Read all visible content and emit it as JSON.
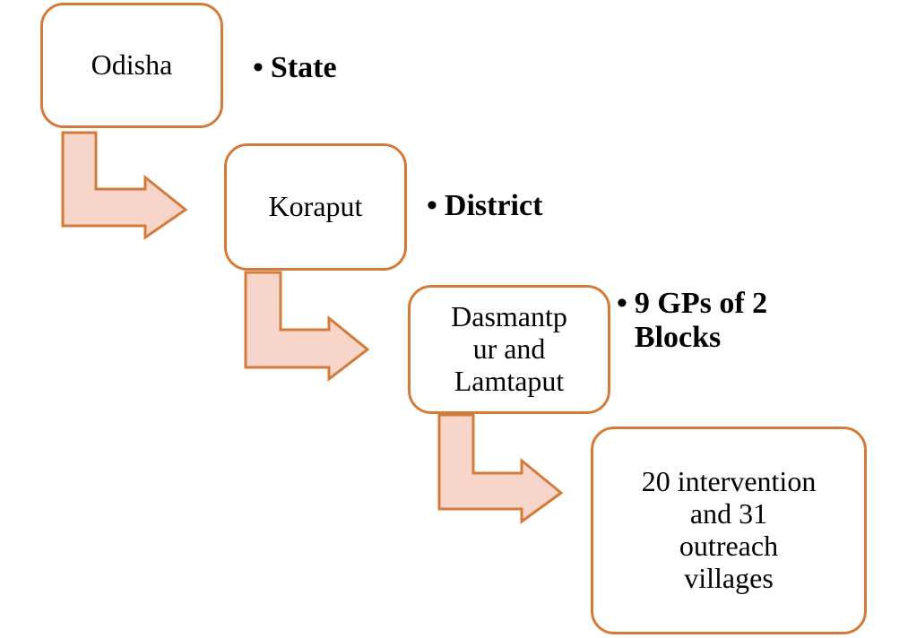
{
  "colors": {
    "box_border": "#d47b3a",
    "arrow_fill": "#f7d5cb",
    "arrow_stroke": "#d47b3a"
  },
  "levels": [
    {
      "box_lines": [
        "Odisha"
      ],
      "label_lines": [
        "State"
      ]
    },
    {
      "box_lines": [
        "Koraput"
      ],
      "label_lines": [
        "District"
      ]
    },
    {
      "box_lines": [
        "Dasmantp",
        "ur and",
        "Lamtaput"
      ],
      "label_lines": [
        "9 GPs of 2",
        "Blocks"
      ]
    },
    {
      "box_lines": [
        "20 intervention",
        "and 31",
        "outreach",
        "villages"
      ]
    }
  ],
  "bullet_glyph": "•"
}
